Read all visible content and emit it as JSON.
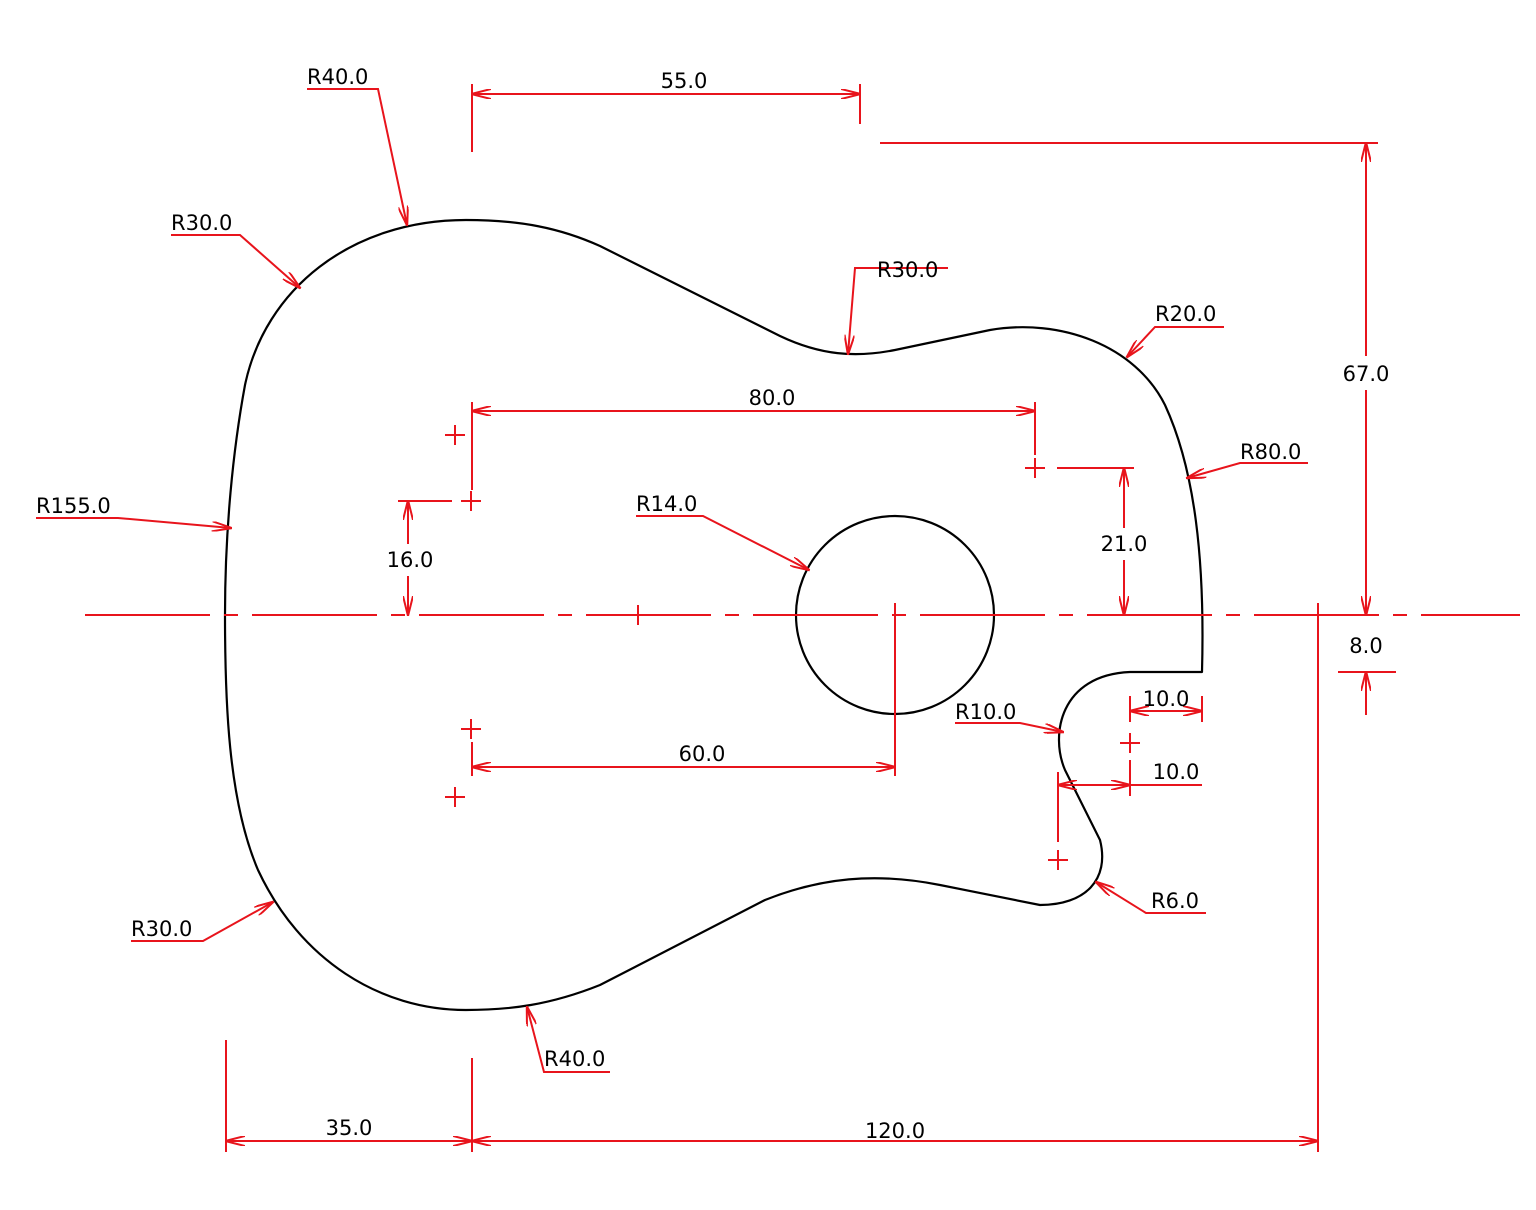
{
  "colors": {
    "outline": "#000000",
    "dimension": "#e8141c",
    "background": "#ffffff"
  },
  "annotations": {
    "r40_top": "R40.0",
    "r30_upper_left": "R30.0",
    "r30_waist": "R30.0",
    "r20": "R20.0",
    "r80": "R80.0",
    "r155": "R155.0",
    "r14": "R14.0",
    "r10": "R10.0",
    "r6": "R6.0",
    "r30_lower_left": "R30.0",
    "r40_bottom": "R40.0",
    "dim_55": "55.0",
    "dim_67": "67.0",
    "dim_80": "80.0",
    "dim_16": "16.0",
    "dim_21": "21.0",
    "dim_8": "8.0",
    "dim_10_upper": "10.0",
    "dim_10_lower": "10.0",
    "dim_60": "60.0",
    "dim_35": "35.0",
    "dim_120": "120.0"
  }
}
